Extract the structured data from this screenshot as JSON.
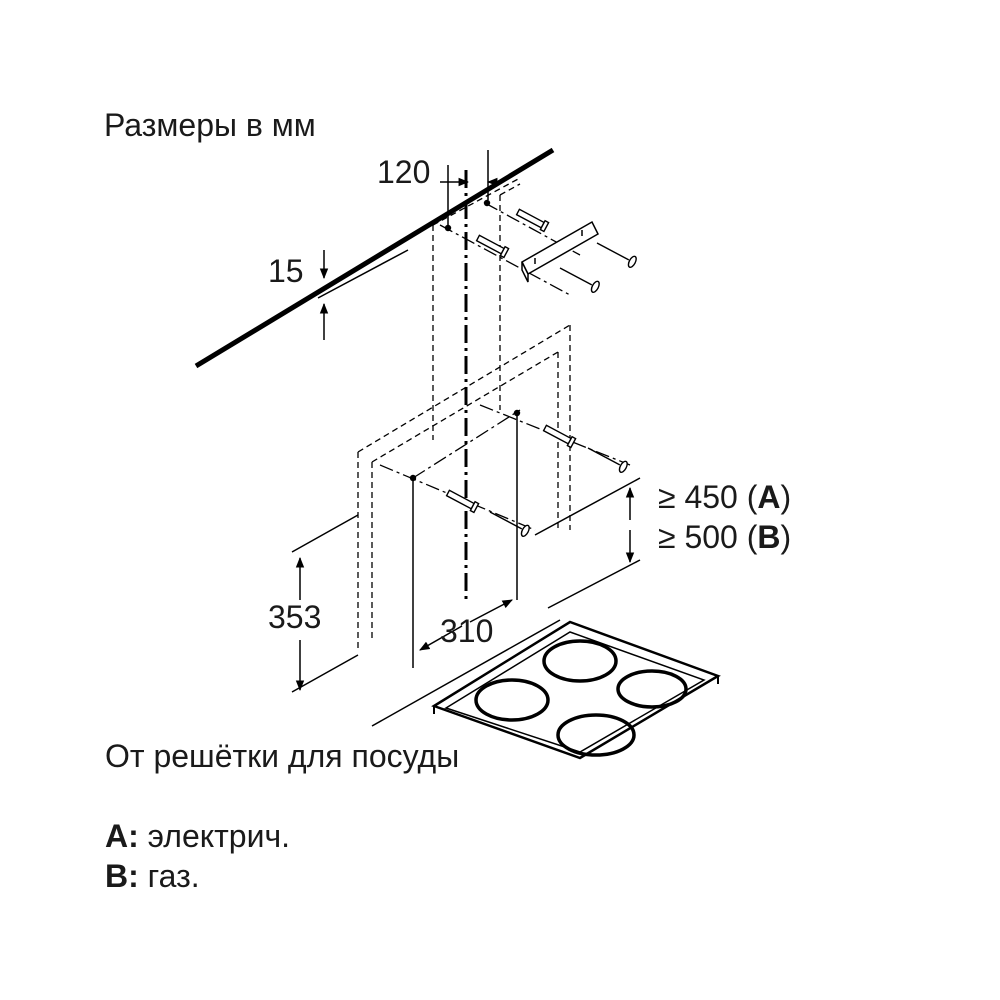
{
  "header": {
    "units_label": "Размеры в мм"
  },
  "dimensions": {
    "offset_top": "120",
    "ceiling_thickness": "15",
    "min_height_a": "≥ 450 (",
    "min_height_a_letter": "A",
    "min_height_a_close": ")",
    "min_height_b": "≥ 500 (",
    "min_height_b_letter": "B",
    "min_height_b_close": ")",
    "hood_height": "353",
    "hole_spacing": "310"
  },
  "footer": {
    "reference_note": "От решётки для посуды",
    "legend": [
      {
        "key": "A:",
        "value": "электрич."
      },
      {
        "key": "B:",
        "value": "газ."
      }
    ]
  }
}
